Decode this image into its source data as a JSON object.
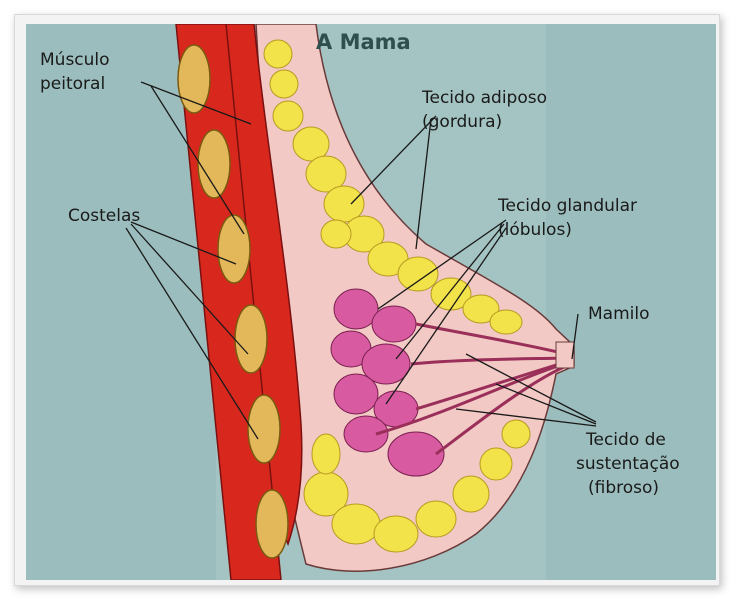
{
  "title": "A Mama",
  "labels": {
    "musculo_line1": "Músculo",
    "musculo_line2": "peitoral",
    "costelas": "Costelas",
    "adiposo_line1": "Tecido adiposo",
    "adiposo_line2": "(gordura)",
    "glandular_line1": "Tecido glandular",
    "glandular_line2": "(lóbulos)",
    "mamilo": "Mamilo",
    "sustentacao_line1": "Tecido de",
    "sustentacao_line2": "sustentação",
    "sustentacao_line3": "(fibroso)"
  },
  "colors": {
    "background": "#9cbdbd",
    "muscle": "#d8281e",
    "rib": "#e3b85a",
    "fat": "#f2e34a",
    "gland": "#d85aa0",
    "skin": "#f2c9c4"
  }
}
